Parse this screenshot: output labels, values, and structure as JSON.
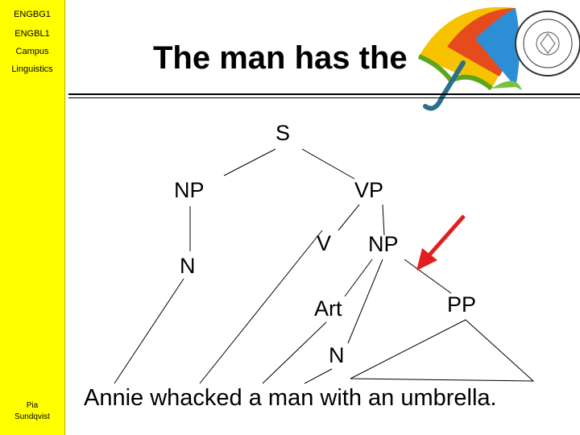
{
  "sidebar": {
    "course_1": "ENGBG1",
    "course_2": "ENGBL1",
    "campus": "Campus",
    "subject": "Linguistics",
    "author": "Pia\nSundqvist"
  },
  "slide": {
    "title": "The man has the",
    "sentence": "Annie whacked a man with an umbrella."
  },
  "tree": {
    "s": "S",
    "np_subject": "NP",
    "vp": "VP",
    "n_subject": "N",
    "v": "V",
    "np_object": "NP",
    "art": "Art",
    "pp": "PP",
    "n_object": "N"
  },
  "colors": {
    "sidebar": "#ffff00",
    "arrow": "#e02020"
  },
  "icons": {
    "umbrella": "umbrella-icon",
    "logo": "university-seal"
  }
}
